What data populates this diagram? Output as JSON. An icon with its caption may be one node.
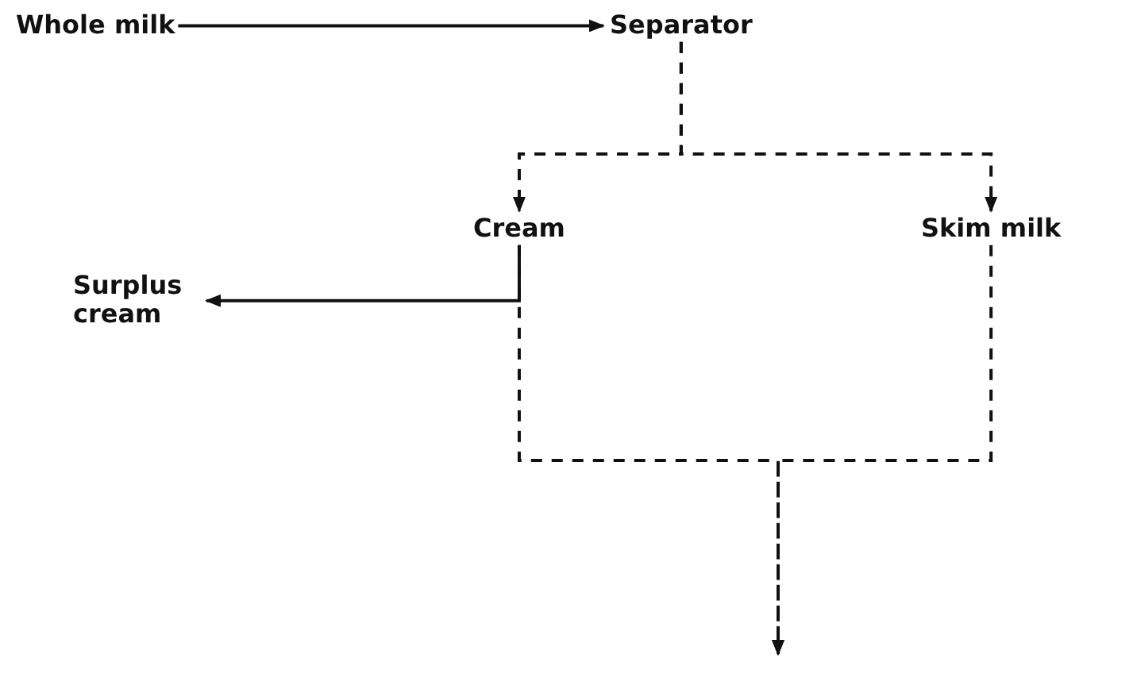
{
  "diagram": {
    "nodes": [
      {
        "text": [
          "Whole milk"
        ]
      },
      {
        "text": [
          "Separator"
        ]
      },
      {
        "text": [
          "Cream"
        ]
      },
      {
        "text": [
          "Skim milk"
        ]
      },
      {
        "text": [
          "Surplus cream"
        ]
      }
    ],
    "edges": [
      {
        "from": 0,
        "to": 1,
        "arrow": "to"
      },
      {
        "from": 1,
        "to": 2,
        "arrow": "to",
        "style": "dashed"
      },
      {
        "from": 1,
        "to": 3,
        "arrow": "to",
        "style": "dashed"
      },
      {
        "from": 2,
        "to": 4,
        "arrow": "to"
      },
      {
        "from": 2,
        "to": null,
        "arrow": "to",
        "style": "dashed"
      },
      {
        "from": 3,
        "to": null,
        "arrow": "to",
        "style": "dashed"
      }
    ]
  }
}
